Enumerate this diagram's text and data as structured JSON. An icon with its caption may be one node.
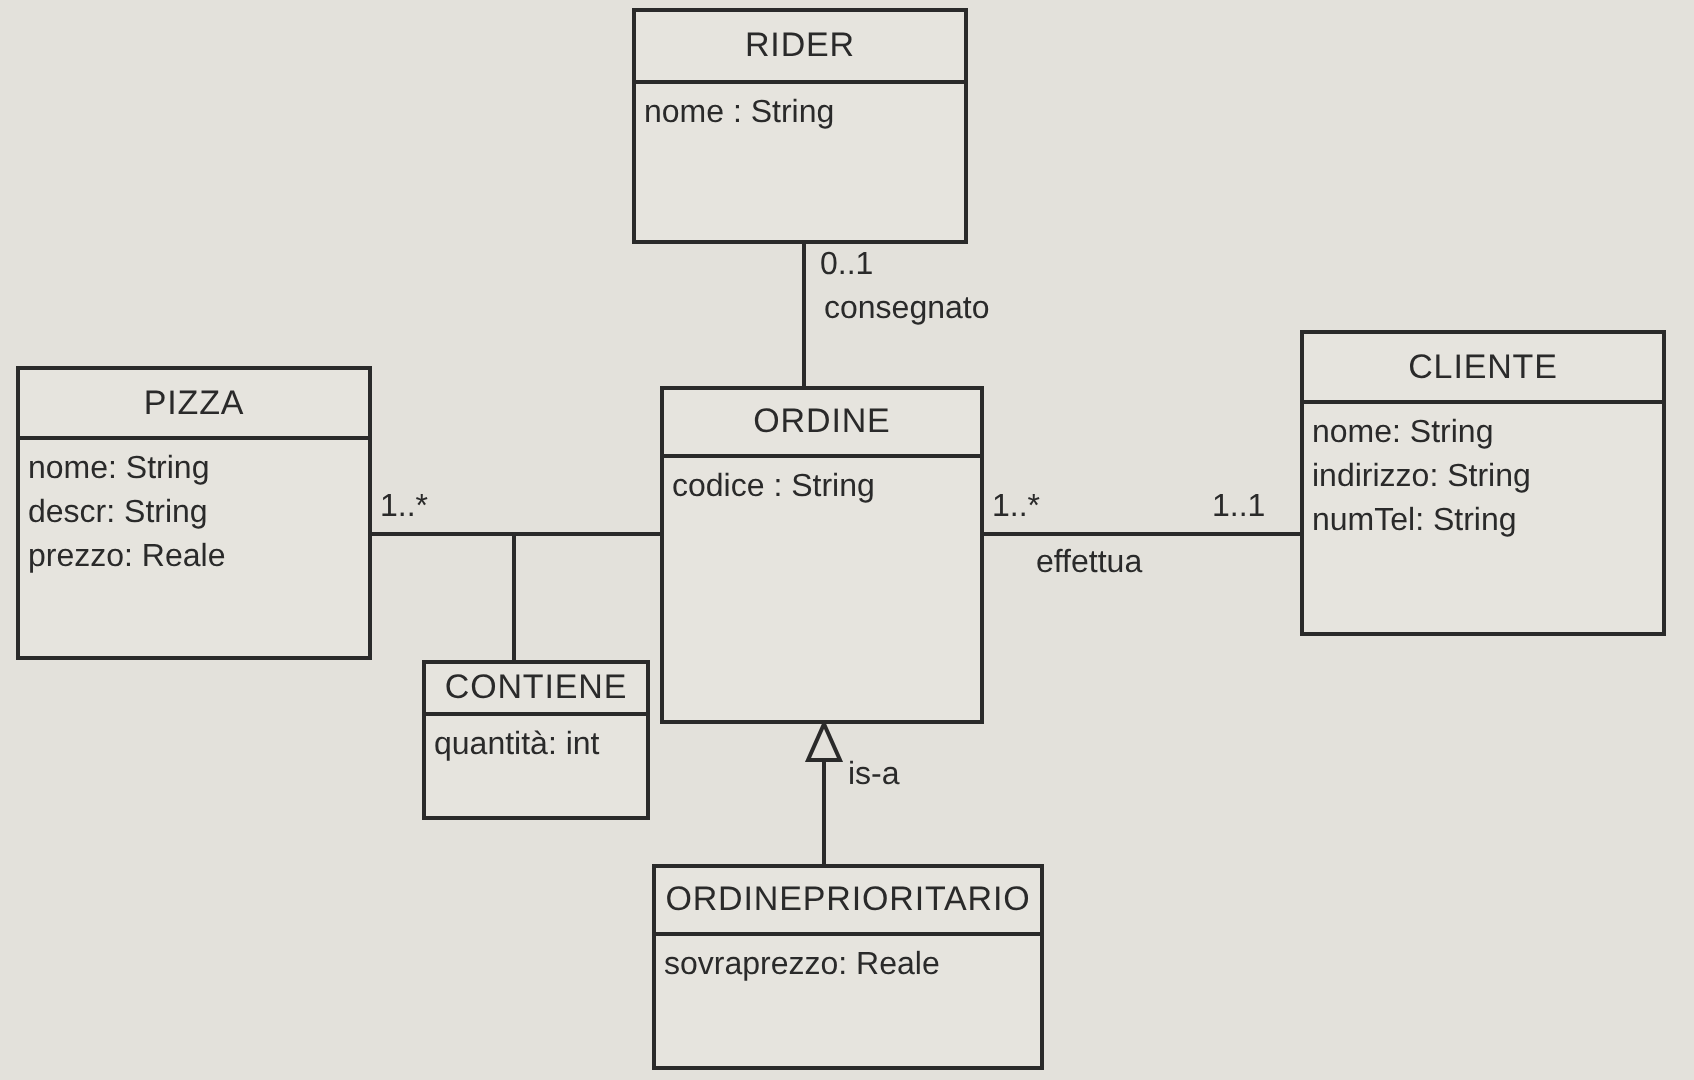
{
  "diagram": {
    "nodes": [
      {
        "text": [
          "RIDER",
          "nome : String"
        ]
      },
      {
        "text": [
          "PIZZA",
          "nome: String",
          "descr: String",
          "prezzo: Reale"
        ]
      },
      {
        "text": [
          "ORDINE",
          "codice : String"
        ]
      },
      {
        "text": [
          "CLIENTE",
          "nome: String",
          "indirizzo: String",
          "numTel: String"
        ]
      },
      {
        "text": [
          "CONTIENE",
          "quantità: int"
        ]
      },
      {
        "text": [
          "ORDINEPRIORITARIO",
          "sovraprezzo: Reale"
        ]
      }
    ],
    "edges": [
      {
        "from": 2,
        "to": 0,
        "arrow": "none",
        "label": "consegnato"
      },
      {
        "from": 1,
        "to": 2,
        "arrow": "none"
      },
      {
        "from": 2,
        "to": 3,
        "arrow": "none",
        "label": "effettua"
      },
      {
        "from": 4,
        "to": null,
        "arrow": "none"
      },
      {
        "from": 5,
        "to": 2,
        "arrow": "to",
        "label": "is-a"
      }
    ],
    "labels": [
      "0..1",
      "1..*",
      "1..*",
      "1..1"
    ]
  }
}
